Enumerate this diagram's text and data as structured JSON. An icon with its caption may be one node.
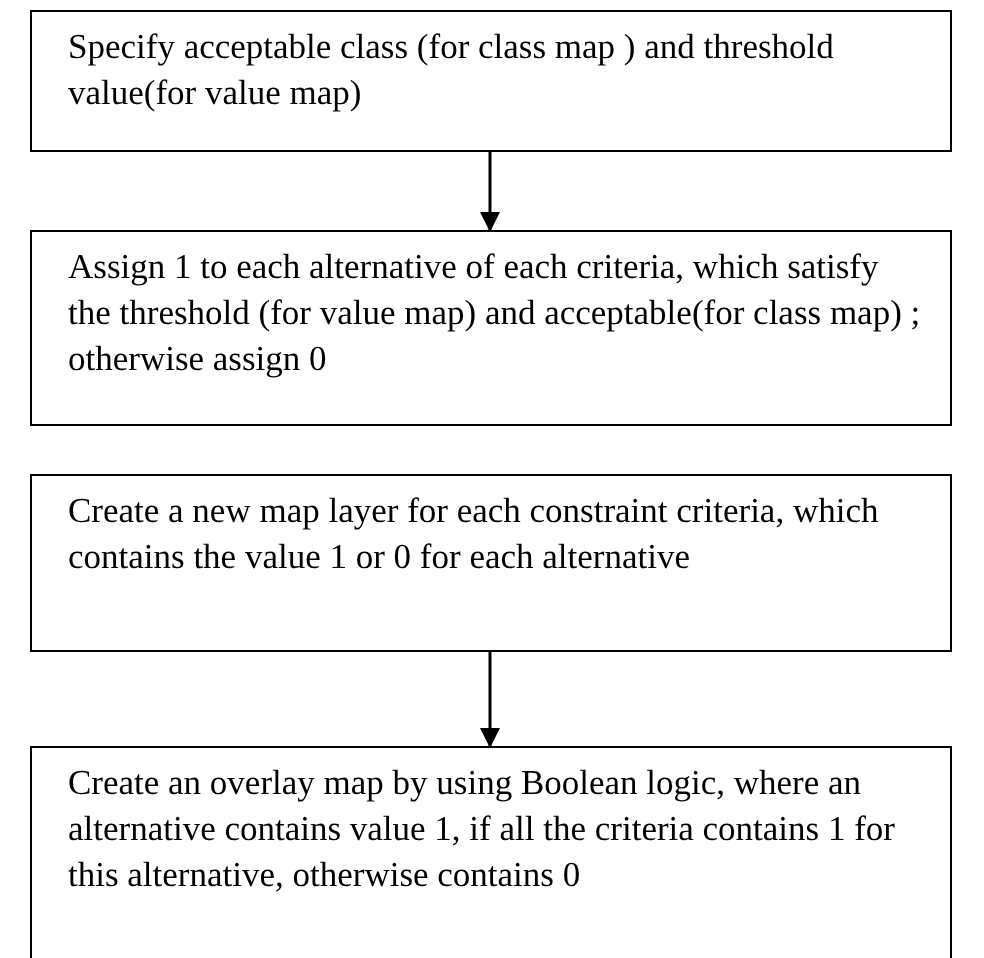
{
  "diagram": {
    "nodes": [
      {
        "text": [
          "Specify acceptable class (for class map ) and threshold value(for value map)"
        ]
      },
      {
        "text": [
          "Assign 1 to each alternative of each criteria, which satisfy the threshold (for value map) and acceptable(for class map) ; otherwise assign 0"
        ]
      },
      {
        "text": [
          "Create a new map layer for each constraint criteria, which contains the value 1 or 0 for each alternative"
        ]
      },
      {
        "text": [
          "Create an overlay map by using Boolean logic, where an alternative contains value 1, if all the criteria contains 1 for this alternative, otherwise contains 0"
        ]
      }
    ],
    "edges": [
      {
        "from": 0,
        "to": 1,
        "arrow": "to"
      },
      {
        "from": 2,
        "to": 3,
        "arrow": "to"
      }
    ]
  }
}
